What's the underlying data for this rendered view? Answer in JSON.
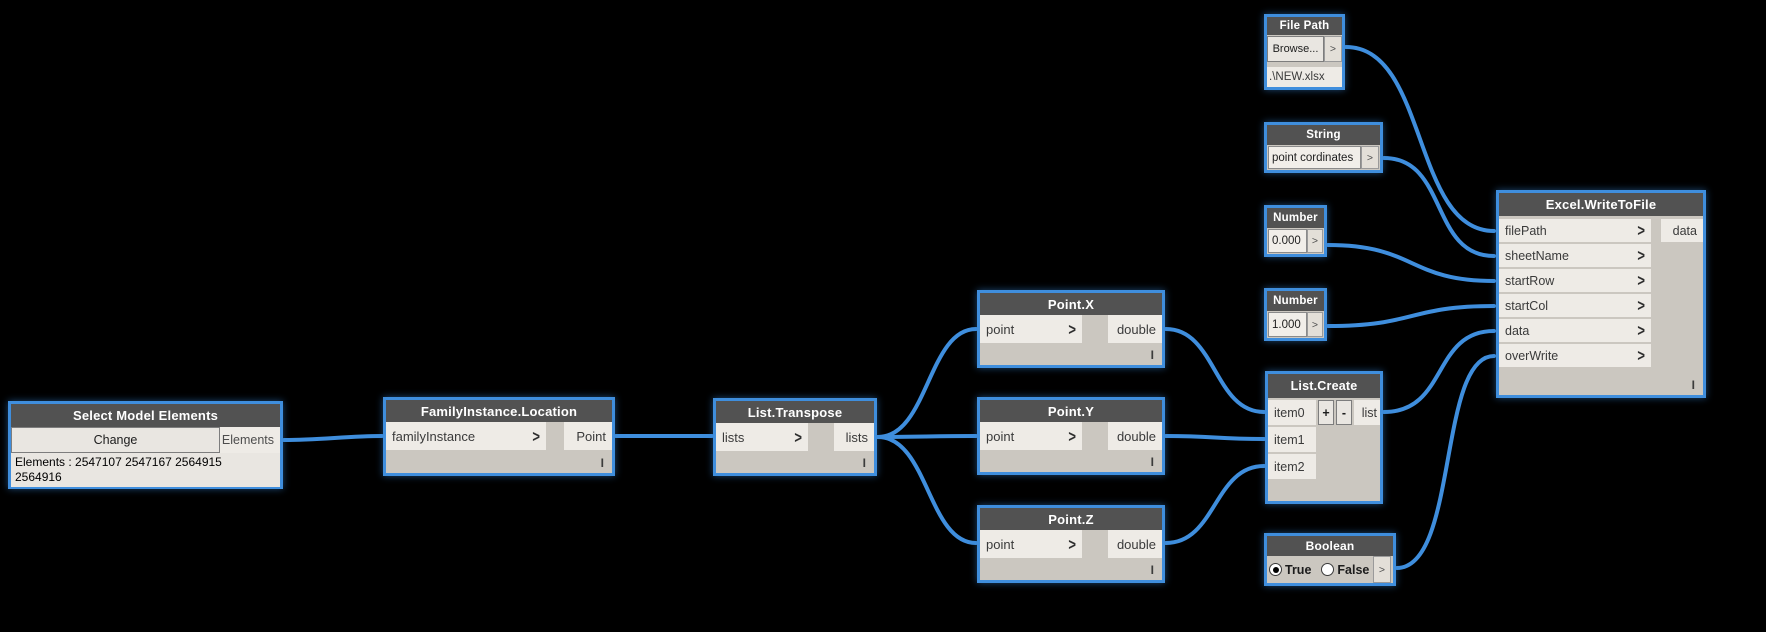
{
  "canvas": {
    "background": "#000000",
    "wire_color": "#3f8edd",
    "accent": "#3f8edd"
  },
  "nodes": {
    "select_model_elements": {
      "title": "Select Model Elements",
      "button": "Change",
      "output": "Elements",
      "preview": "Elements : 2547107 2547167 2564915 2564916"
    },
    "family_instance_location": {
      "title": "FamilyInstance.Location",
      "input": "familyInstance",
      "output": "Point",
      "lacing": "I"
    },
    "list_transpose": {
      "title": "List.Transpose",
      "input": "lists",
      "output": "lists",
      "lacing": "I"
    },
    "point_x": {
      "title": "Point.X",
      "input": "point",
      "output": "double",
      "lacing": "I"
    },
    "point_y": {
      "title": "Point.Y",
      "input": "point",
      "output": "double",
      "lacing": "I"
    },
    "point_z": {
      "title": "Point.Z",
      "input": "point",
      "output": "double",
      "lacing": "I"
    },
    "file_path": {
      "title": "File Path",
      "button": "Browse...",
      "output": ">",
      "value": ".\\NEW.xlsx"
    },
    "string": {
      "title": "String",
      "value": "point cordinates",
      "output": ">"
    },
    "number_zero": {
      "title": "Number",
      "value": "0.000",
      "output": ">"
    },
    "number_one": {
      "title": "Number",
      "value": "1.000",
      "output": ">"
    },
    "list_create": {
      "title": "List.Create",
      "inputs": [
        "item0",
        "item1",
        "item2"
      ],
      "add_button": "+",
      "remove_button": "-",
      "output": "list"
    },
    "boolean": {
      "title": "Boolean",
      "options": [
        {
          "label": "True",
          "selected": true
        },
        {
          "label": "False",
          "selected": false
        }
      ],
      "output": ">"
    },
    "excel_write": {
      "title": "Excel.WriteToFile",
      "inputs": [
        "filePath",
        "sheetName",
        "startRow",
        "startCol",
        "data",
        "overWrite"
      ],
      "output": "data",
      "lacing": "I"
    }
  }
}
